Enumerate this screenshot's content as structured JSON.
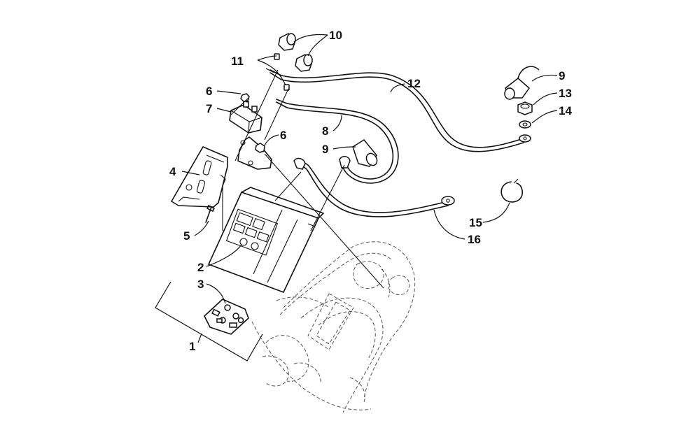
{
  "diagram": {
    "callouts": [
      {
        "id": "c1",
        "text": "1"
      },
      {
        "id": "c2",
        "text": "2"
      },
      {
        "id": "c3",
        "text": "3"
      },
      {
        "id": "c4",
        "text": "4"
      },
      {
        "id": "c5",
        "text": "5"
      },
      {
        "id": "c6a",
        "text": "6"
      },
      {
        "id": "c6b",
        "text": "6"
      },
      {
        "id": "c7",
        "text": "7"
      },
      {
        "id": "c8",
        "text": "8"
      },
      {
        "id": "c9a",
        "text": "9"
      },
      {
        "id": "c9b",
        "text": "9"
      },
      {
        "id": "c10",
        "text": "10"
      },
      {
        "id": "c11",
        "text": "11"
      },
      {
        "id": "c12",
        "text": "12"
      },
      {
        "id": "c13",
        "text": "13"
      },
      {
        "id": "c14",
        "text": "14"
      },
      {
        "id": "c15",
        "text": "15"
      },
      {
        "id": "c16",
        "text": "16"
      }
    ]
  }
}
